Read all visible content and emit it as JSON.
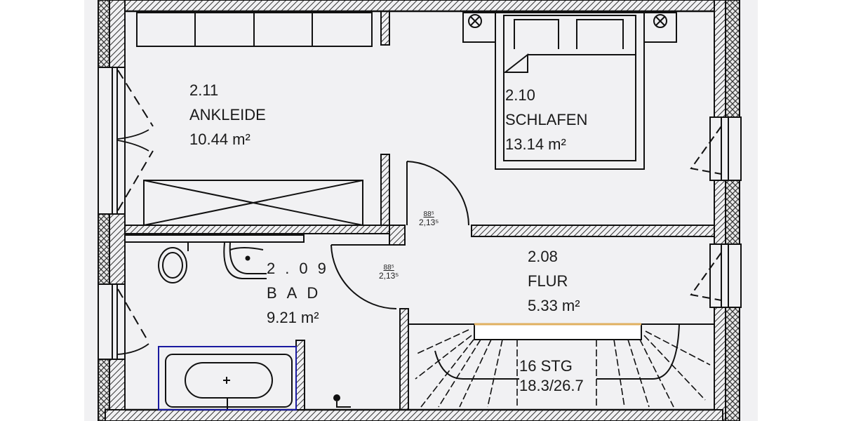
{
  "plan": {
    "background": "#f1f1f3",
    "line_color": "#1a1a1a",
    "highlight_colors": {
      "stair_edge": "#e0b060",
      "bathtub_selection": "#1a1aa0"
    }
  },
  "rooms": [
    {
      "id": "ankleide",
      "number": "2.11",
      "name": "ANKLEIDE",
      "area": "10.44 m²"
    },
    {
      "id": "schlafen",
      "number": "2.10",
      "name": "SCHLAFEN",
      "area": "13.14 m²"
    },
    {
      "id": "bad",
      "number": "2.09",
      "name": "BAD",
      "area": "9.21 m²"
    },
    {
      "id": "flur",
      "number": "2.08",
      "name": "FLUR",
      "area": "5.33 m²"
    }
  ],
  "doors": [
    {
      "id": "door-schlafen",
      "width": "88⁵",
      "height": "2,13⁵"
    },
    {
      "id": "door-bad",
      "width": "88⁵",
      "height": "2,13⁵"
    }
  ],
  "stairs": {
    "steps": "16 STG",
    "ratio": "18.3/26.7"
  }
}
